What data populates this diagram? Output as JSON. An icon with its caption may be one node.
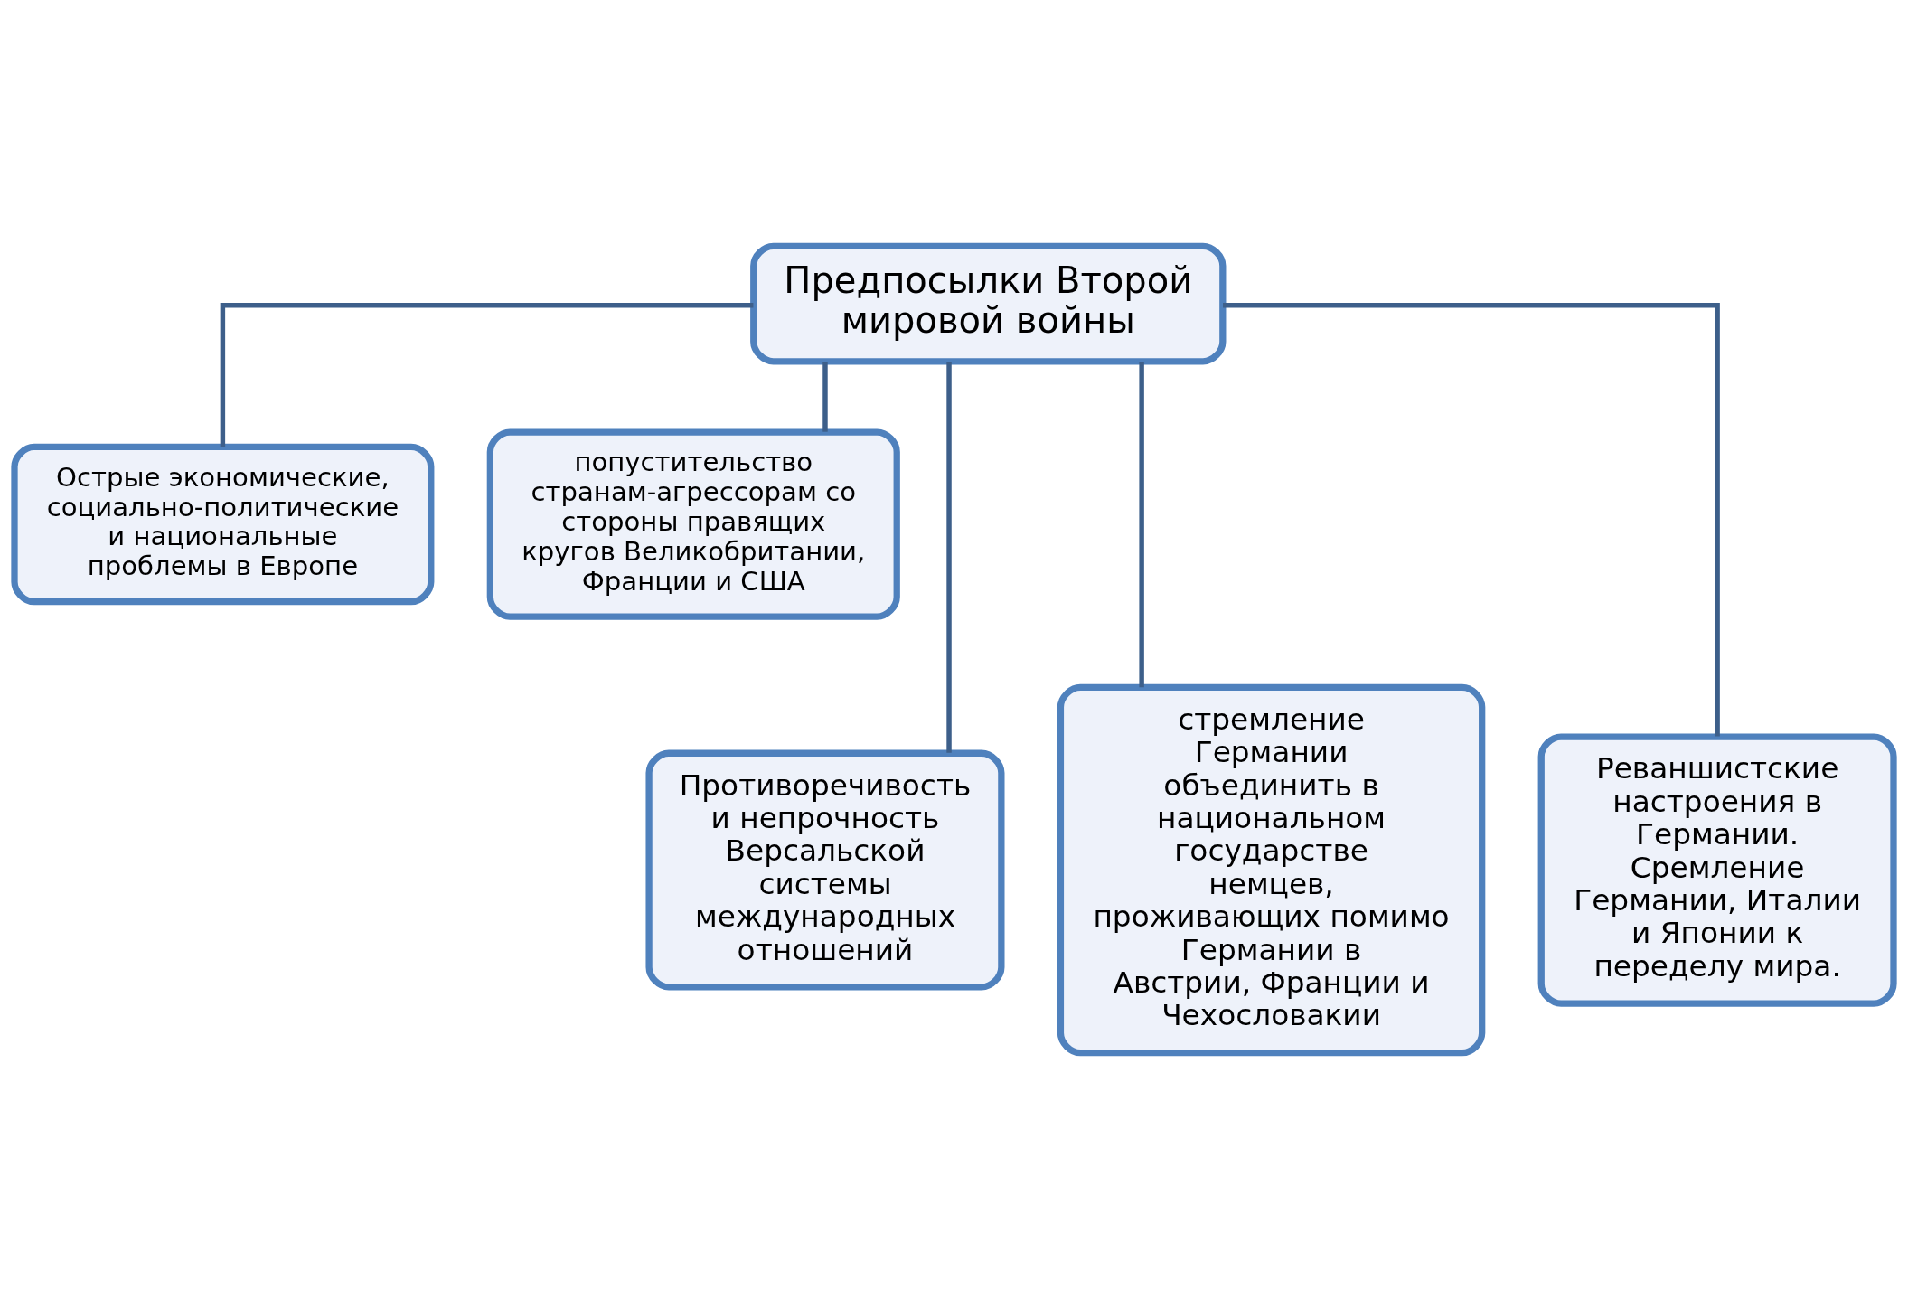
{
  "diagram": {
    "nodes": [
      {
        "text": [
          "Предпосылки Второй мировой войны"
        ]
      },
      {
        "text": [
          "Острые экономические, социально-политические и национальные проблемы в Европе"
        ]
      },
      {
        "text": [
          "попустительство странам-агрессорам со стороны правящих кругов Великобритании, Франции и США"
        ]
      },
      {
        "text": [
          "Противоречивость и непрочность Версальской системы международных отношений"
        ]
      },
      {
        "text": [
          "стремление Германии объединить в национальном государстве немцев, проживающих помимо Германии в Австрии, Франции и Чехословакии"
        ]
      },
      {
        "text": [
          "Реваншистские настроения в Германии. Сремление Германии, Италии и Японии к переделу мира."
        ]
      }
    ],
    "edges": [
      {
        "from": 0,
        "to": 1,
        "arrow": "none"
      },
      {
        "from": 0,
        "to": 2,
        "arrow": "none"
      },
      {
        "from": 0,
        "to": 3,
        "arrow": "none"
      },
      {
        "from": 0,
        "to": 4,
        "arrow": "none"
      },
      {
        "from": 0,
        "to": 5,
        "arrow": "none"
      }
    ]
  }
}
